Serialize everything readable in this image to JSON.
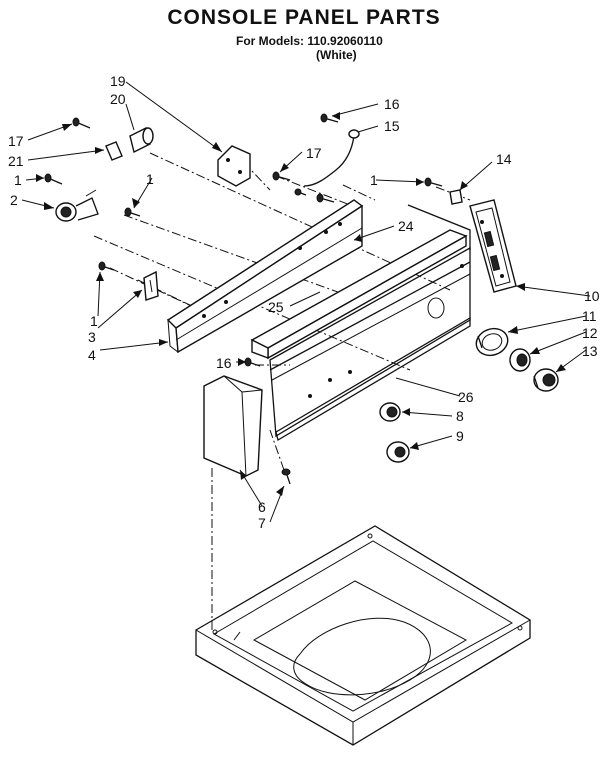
{
  "header": {
    "title": "CONSOLE PANEL PARTS",
    "models_line": "For Models: 110.92060110",
    "color_line": "(White)"
  },
  "callouts": {
    "c19": "19",
    "c20": "20",
    "c17a": "17",
    "c21": "21",
    "c1a": "1",
    "c2": "2",
    "c1b": "1",
    "c16a": "16",
    "c15": "15",
    "c17b": "17",
    "c1c": "1",
    "c14": "14",
    "c24": "24",
    "c1d": "1",
    "c3": "3",
    "c4": "4",
    "c25": "25",
    "c10": "10",
    "c11": "11",
    "c12": "12",
    "c13": "13",
    "c16b": "16",
    "c26": "26",
    "c8": "8",
    "c9": "9",
    "c6": "6",
    "c7": "7"
  }
}
